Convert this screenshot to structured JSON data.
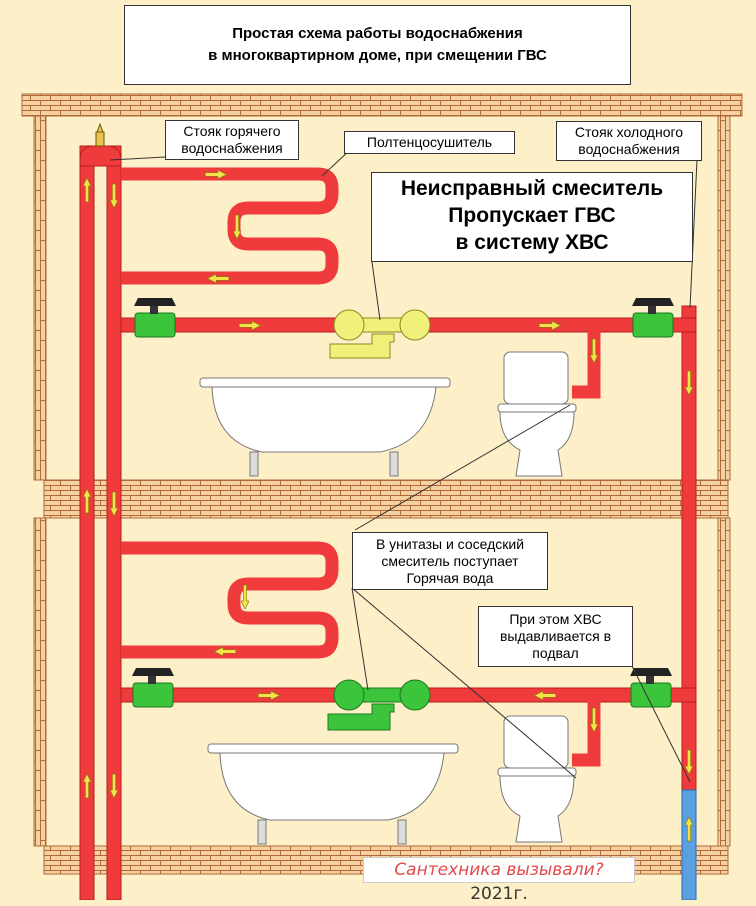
{
  "title": {
    "line1": "Простая схема работы водоснабжения",
    "line2": "в многоквартирном доме, при смещении ГВС"
  },
  "labels": {
    "hot_riser_1": "Стояк горячего",
    "hot_riser_2": "водоснабжения",
    "towel_dryer": "Полтенцосушитель",
    "cold_riser_1": "Стояк холодного",
    "cold_riser_2": "водоснабжения",
    "faulty_1": "Неисправный смеситель",
    "faulty_2": "Пропускает ГВС",
    "faulty_3": "в систему ХВС",
    "toilets_1": "В унитазы и соседский",
    "toilets_2": "смеситель поступает",
    "toilets_3": "Горячая вода",
    "pushed_1": "При этом ХВС",
    "pushed_2": "выдавливается в",
    "pushed_3": "подвал"
  },
  "signature": {
    "text": "Сантехника вызывали?",
    "year": "2021г."
  },
  "colors": {
    "background": "#fdf0c8",
    "brick": "#f5d0a0",
    "hot_pipe": "#ef3b3b",
    "cold_pipe": "#5aa0e0",
    "valve": "#3cc43c",
    "faulty_mixer": "#f0f07a",
    "arrow": "#f4e24a"
  }
}
